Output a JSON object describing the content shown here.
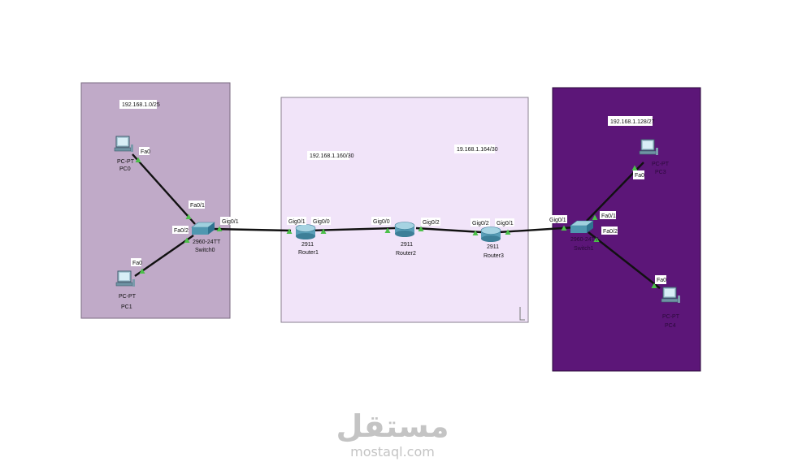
{
  "networks": {
    "left": {
      "subnet": "192.168.1.0/25",
      "color": "#c0aac8"
    },
    "middle": {
      "subnet_a": "192.168.1.160/30",
      "subnet_b": "19.168.1.164/30",
      "color": "#f1e4f9"
    },
    "right": {
      "subnet": "192.168.1.128/27",
      "color": "#5c1678"
    }
  },
  "devices": {
    "pc0": {
      "model": "PC-PT",
      "name": "PC0",
      "port": "Fa0"
    },
    "pc1": {
      "model": "PC-PT",
      "name": "PC1",
      "port": "Fa0"
    },
    "switch0": {
      "model": "2960-24TT",
      "name": "Switch0",
      "ports": [
        "Fa0/1",
        "Fa0/2",
        "Gig0/1"
      ]
    },
    "router1": {
      "model": "2911",
      "name": "Router1",
      "ports": [
        "Gig0/1",
        "Gig0/0"
      ]
    },
    "router2": {
      "model": "2911",
      "name": "Router2",
      "ports": [
        "Gig0/0",
        "Gig0/2"
      ]
    },
    "router3": {
      "model": "2911",
      "name": "Router3",
      "ports": [
        "Gig0/2",
        "Gig0/1"
      ]
    },
    "switch1": {
      "model": "2960-24TT",
      "name": "Switch1",
      "ports": [
        "Gig0/1",
        "Fa0/1",
        "Fa0/2"
      ]
    },
    "pc3": {
      "model": "PC-PT",
      "name": "PC3",
      "port": "Fa0"
    },
    "pc4": {
      "model": "PC-PT",
      "name": "PC4",
      "port": "Fa0"
    }
  },
  "watermark": {
    "arabic": "مستقل",
    "latin": "mostaql.com"
  }
}
